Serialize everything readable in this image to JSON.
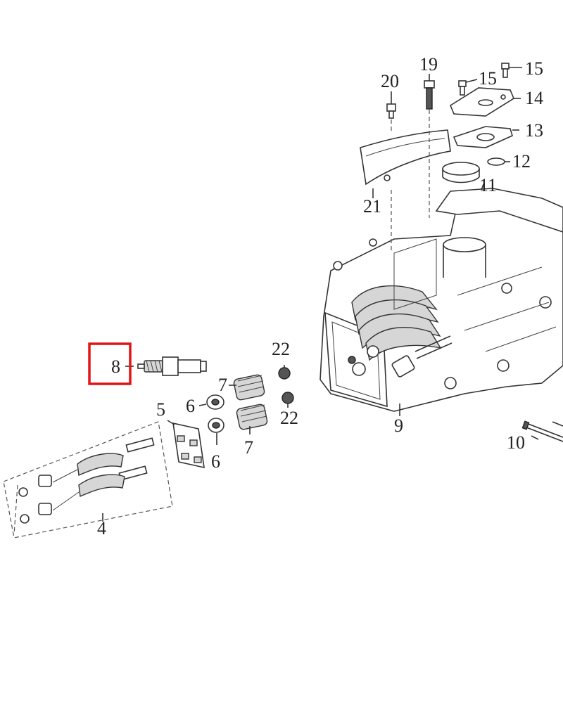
{
  "highlight": {
    "label": "8",
    "color": "#e01515"
  },
  "callouts": [
    {
      "id": "c1",
      "label": "8"
    },
    {
      "id": "c2",
      "label": "22"
    },
    {
      "id": "c3",
      "label": "22"
    },
    {
      "id": "c4",
      "label": "7"
    },
    {
      "id": "c5",
      "label": "7"
    },
    {
      "id": "c6",
      "label": "6"
    },
    {
      "id": "c7",
      "label": "6"
    },
    {
      "id": "c8",
      "label": "5"
    },
    {
      "id": "c9",
      "label": "4"
    },
    {
      "id": "c10",
      "label": "9"
    },
    {
      "id": "c11",
      "label": "10"
    },
    {
      "id": "c12",
      "label": "11"
    },
    {
      "id": "c13",
      "label": "12"
    },
    {
      "id": "c14",
      "label": "13"
    },
    {
      "id": "c15",
      "label": "14"
    },
    {
      "id": "c16",
      "label": "15"
    },
    {
      "id": "c17",
      "label": "15"
    },
    {
      "id": "c18",
      "label": "19"
    },
    {
      "id": "c19",
      "label": "20"
    },
    {
      "id": "c20",
      "label": "21"
    }
  ]
}
